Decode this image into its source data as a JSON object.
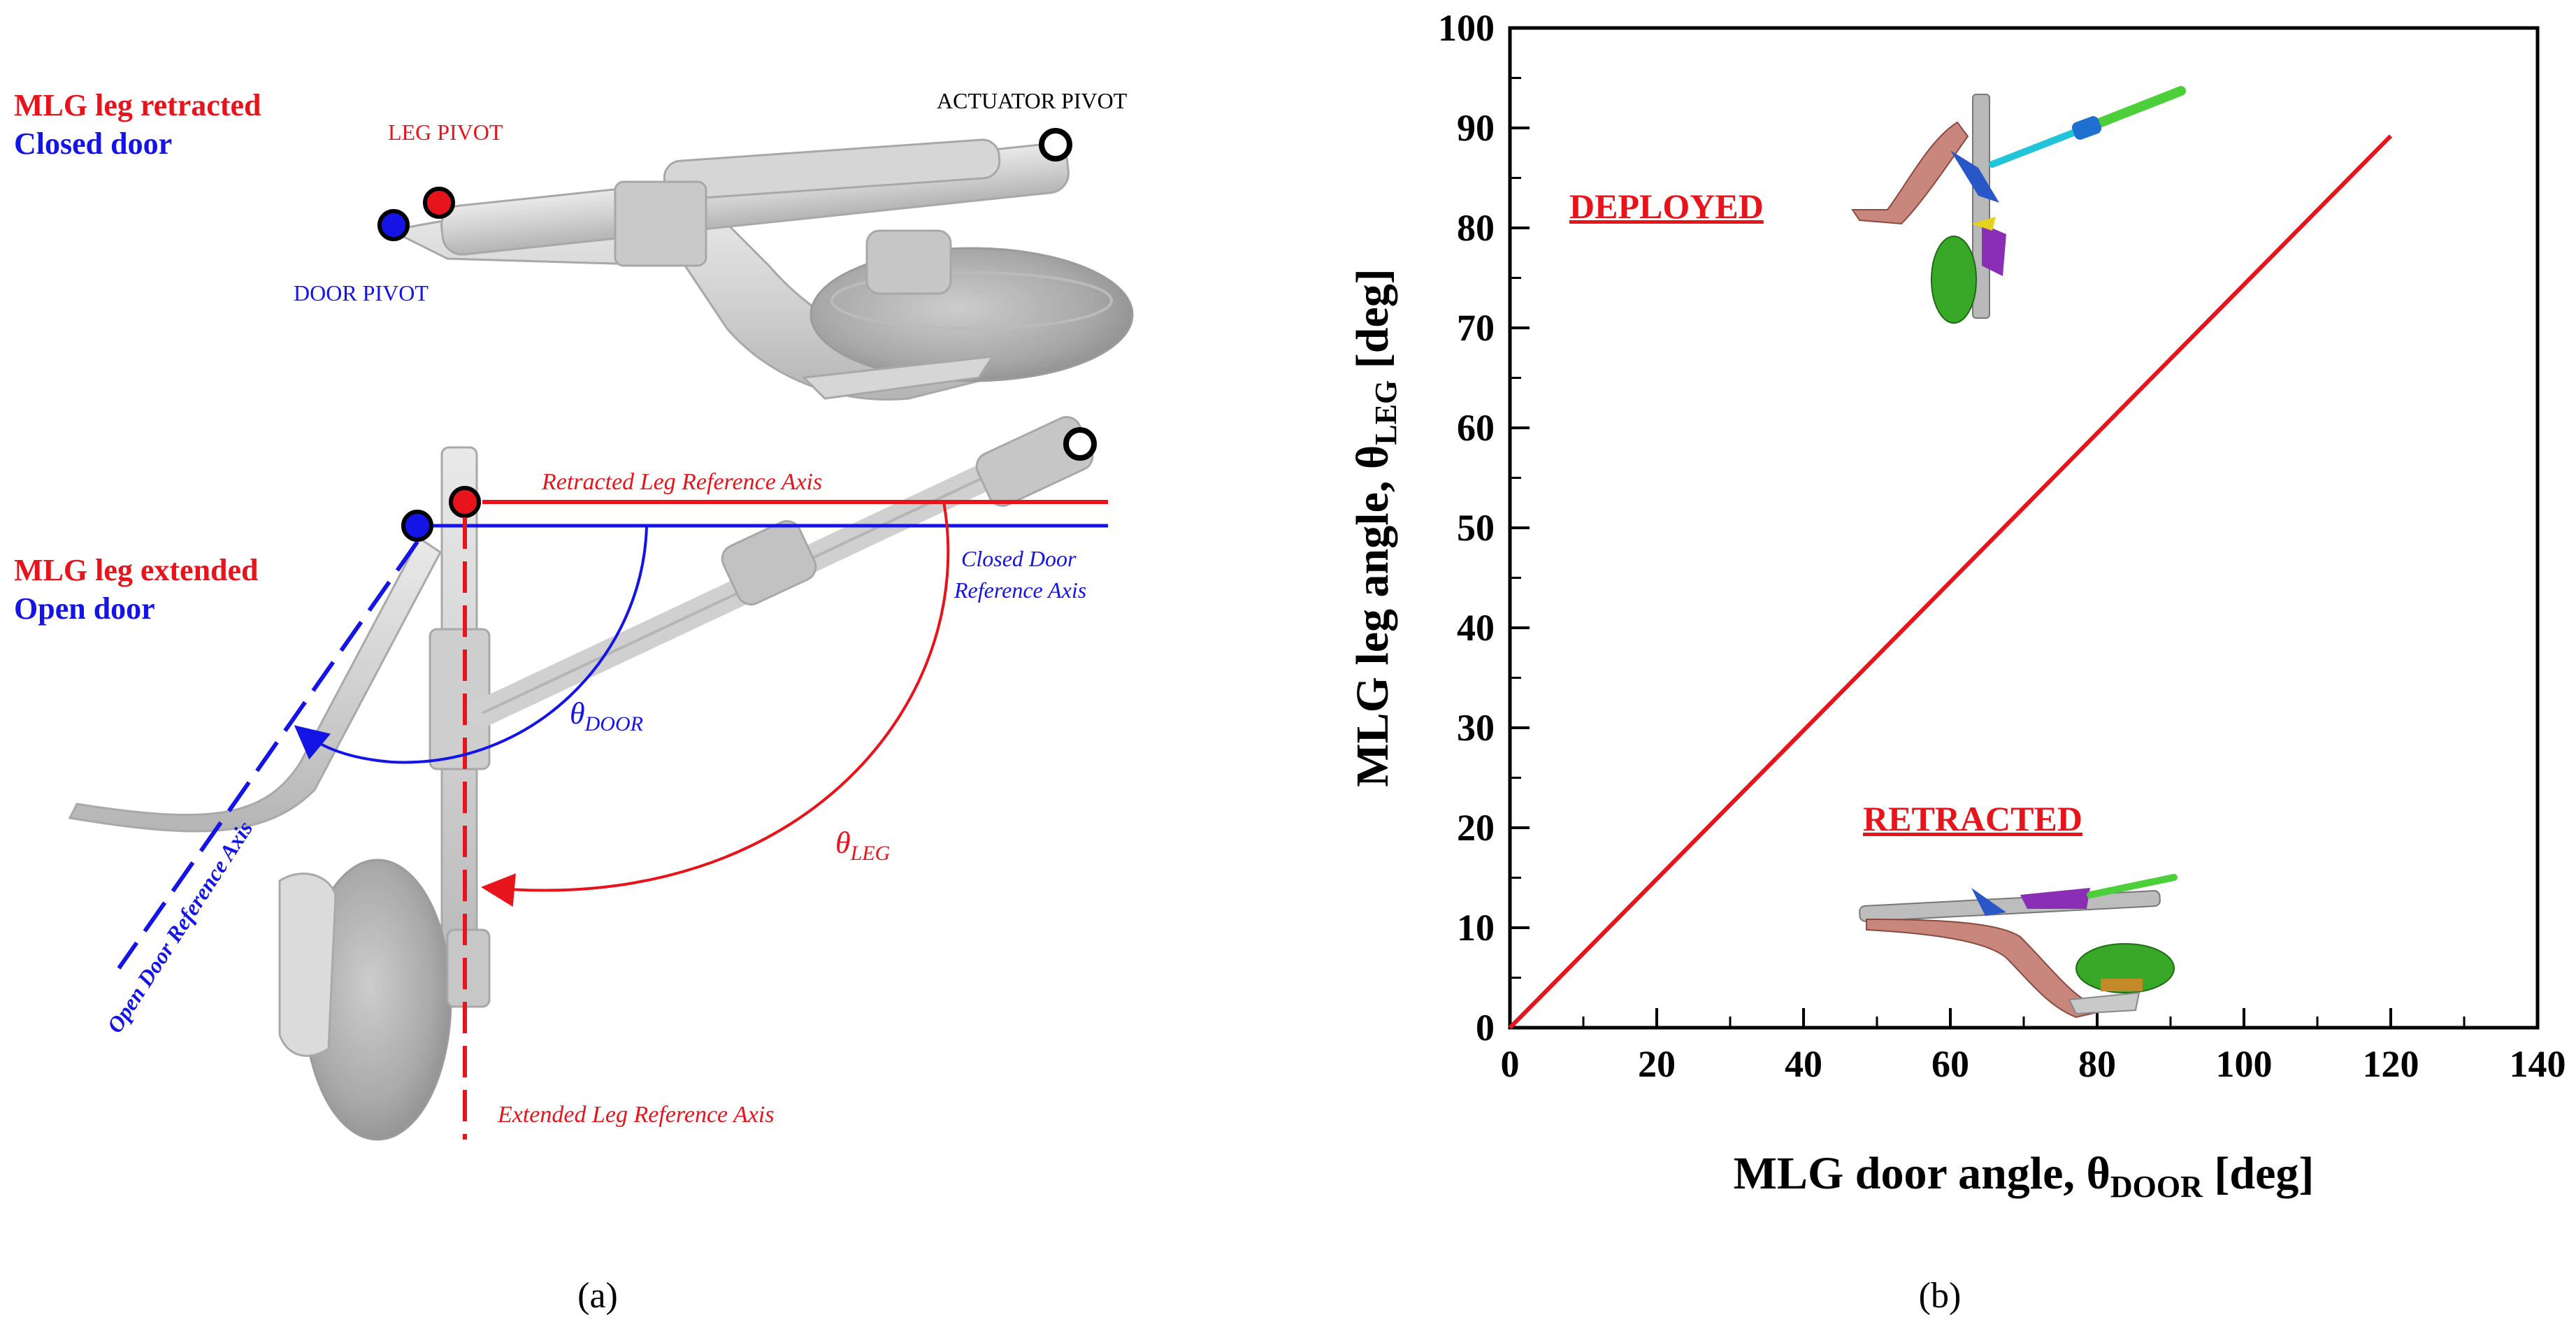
{
  "panel_a": {
    "caption": "(a)",
    "top_legend": {
      "line1": "MLG leg retracted",
      "line2": "Closed door"
    },
    "bottom_legend": {
      "line1": "MLG leg extended",
      "line2": "Open door"
    },
    "labels": {
      "leg_pivot": "LEG PIVOT",
      "door_pivot": "DOOR PIVOT",
      "actuator_pivot": "ACTUATOR PIVOT",
      "retracted_axis": "Retracted Leg Reference Axis",
      "closed_door_axis_1": "Closed Door",
      "closed_door_axis_2": "Reference Axis",
      "open_door_axis": "Open Door Reference Axis",
      "extended_axis": "Extended Leg Reference Axis",
      "theta_door_base": "θ",
      "theta_door_sub": "DOOR",
      "theta_leg_base": "θ",
      "theta_leg_sub": "LEG"
    },
    "colors": {
      "red": "#e8141c",
      "blue": "#1414e6",
      "gray": "#b8b8b8"
    }
  },
  "panel_b": {
    "caption": "(b)",
    "annotations": {
      "deployed": "DEPLOYED",
      "retracted": "RETRACTED"
    },
    "xlabel": {
      "main": "MLG door angle, θ",
      "sub": "DOOR",
      "unit": " [deg]"
    },
    "ylabel": {
      "main": "MLG leg angle, θ",
      "sub": "LEG",
      "unit": " [deg]"
    }
  },
  "chart_data": {
    "type": "line",
    "xlim": [
      0,
      140
    ],
    "ylim": [
      0,
      100
    ],
    "x_ticks": [
      0,
      20,
      40,
      60,
      80,
      100,
      120,
      140
    ],
    "y_ticks": [
      0,
      10,
      20,
      30,
      40,
      50,
      60,
      70,
      80,
      90,
      100
    ],
    "grid": false,
    "series": [
      {
        "color": "#e8141c",
        "x": [
          0,
          120
        ],
        "y": [
          0,
          89.2
        ]
      }
    ]
  }
}
